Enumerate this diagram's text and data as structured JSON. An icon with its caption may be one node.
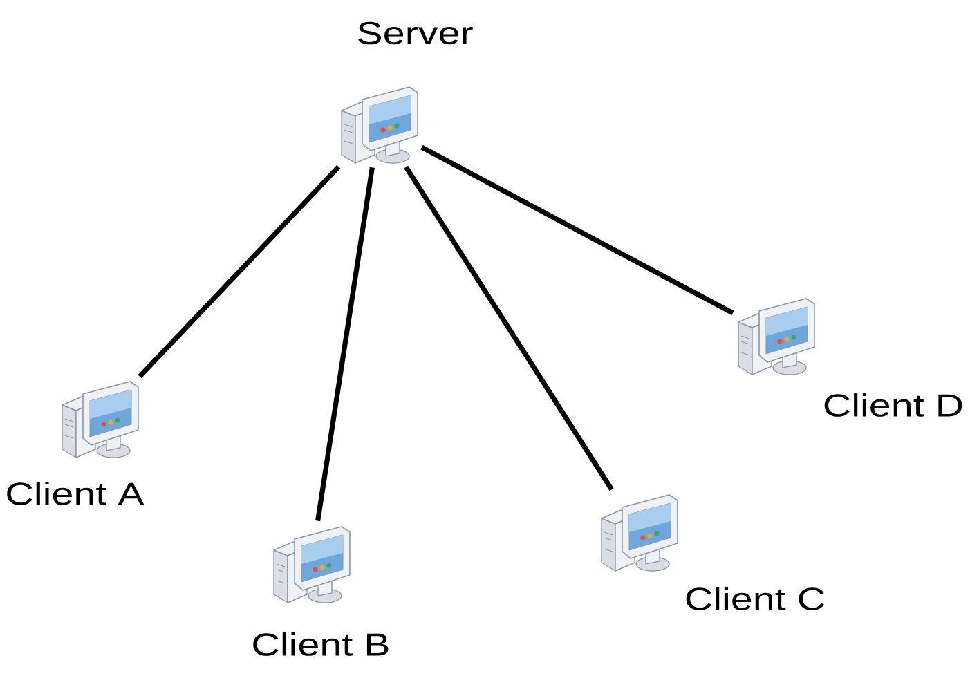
{
  "diagram": {
    "nodes": [
      {
        "text": [],
        "shape": "picture",
        "beside": [
          "Server"
        ]
      },
      {
        "text": [],
        "shape": "picture",
        "beside": [
          "Client A"
        ]
      },
      {
        "text": [],
        "shape": "picture",
        "beside": [
          "Client B"
        ]
      },
      {
        "text": [],
        "shape": "picture",
        "beside": [
          "Client C"
        ]
      },
      {
        "text": [],
        "shape": "picture",
        "beside": [
          "Client D"
        ]
      }
    ],
    "edges": [
      {
        "from": 0,
        "to": 1,
        "arrow": "none"
      },
      {
        "from": 0,
        "to": 2,
        "arrow": "none"
      },
      {
        "from": 0,
        "to": 3,
        "arrow": "none"
      },
      {
        "from": 0,
        "to": 4,
        "arrow": "none"
      }
    ]
  }
}
